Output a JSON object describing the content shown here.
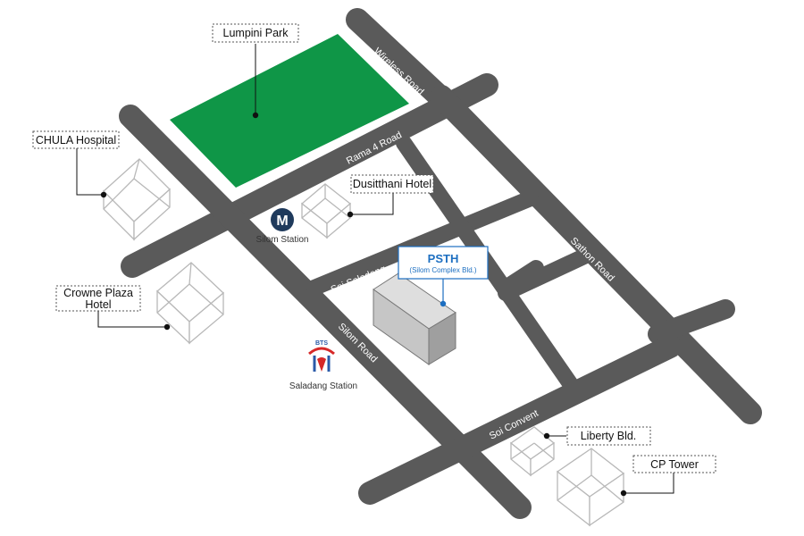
{
  "colors": {
    "road": "#5a5a5a",
    "park": "#0f9647",
    "accent": "#1d6fc1",
    "building_stroke": "#b8b8b8",
    "highlight_building": "#c6c6c6"
  },
  "roads": {
    "wireless": "Wireless Road",
    "rama4": "Rama 4 Road",
    "silom": "Silom Road",
    "soi_saladang": "Soi Saladang",
    "soi_saladang_2": "Soi Saladang 2",
    "sathon": "Sathon Road",
    "soi_convent": "Soi Convent"
  },
  "places": {
    "lumpini": "Lumpini Park",
    "chula": "CHULA Hospital",
    "dusitthani": "Dusitthani Hotel",
    "crowne_line1": "Crowne Plaza",
    "crowne_line2": "Hotel",
    "liberty": "Liberty Bld.",
    "cp_tower": "CP Tower"
  },
  "highlight": {
    "name": "PSTH",
    "subtitle": "(Silom Complex Bld.)"
  },
  "stations": {
    "silom": {
      "label": "Silom Station",
      "logo": "M",
      "icon": "mrt-icon"
    },
    "saladang": {
      "label": "Saladang Station",
      "logo": "BTS",
      "icon": "bts-icon"
    }
  }
}
